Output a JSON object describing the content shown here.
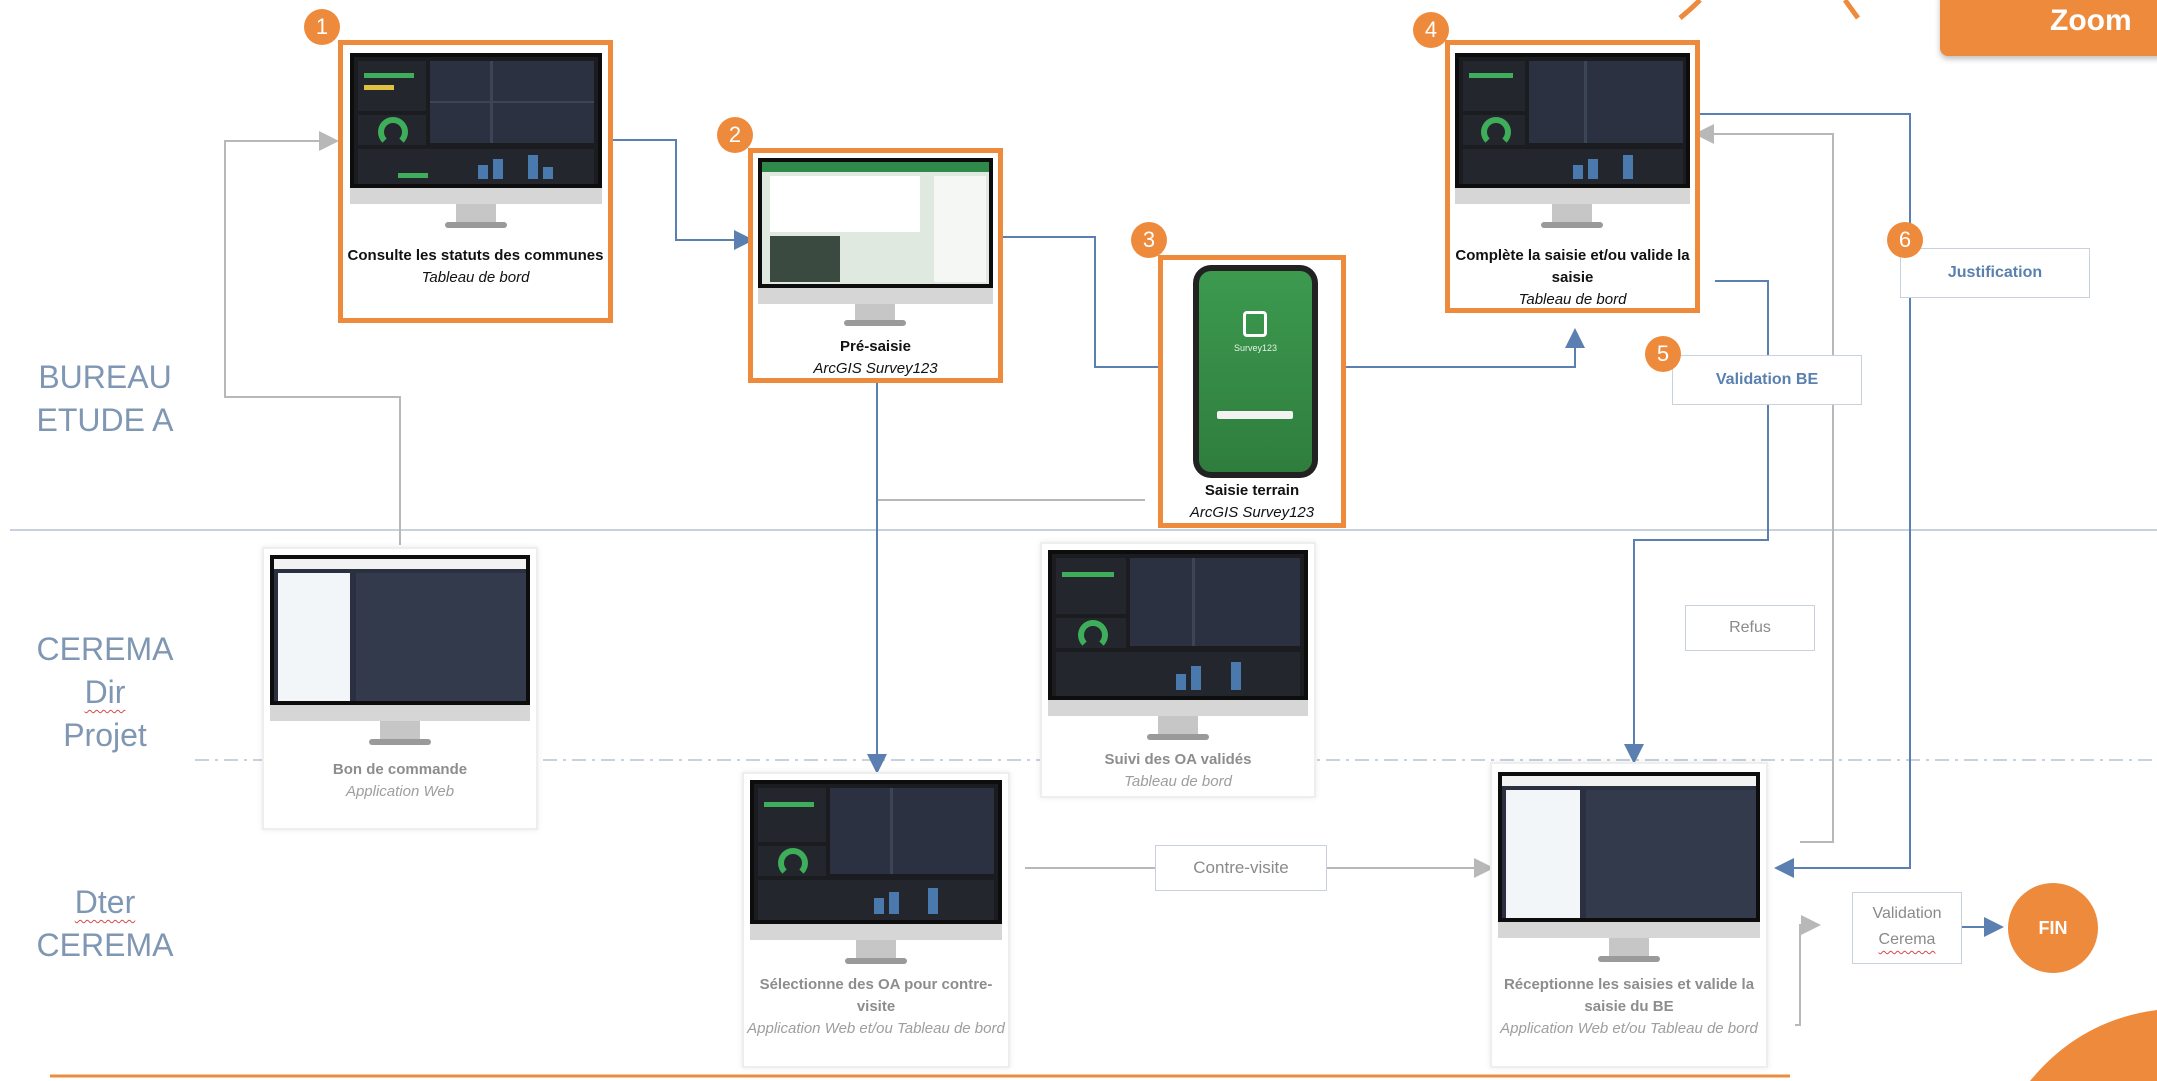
{
  "header": {
    "zoom_label": "Zoom"
  },
  "lanes": {
    "bureau": {
      "line1": "BUREAU",
      "line2": "ETUDE A"
    },
    "cerema_dir": {
      "line1": "CEREMA",
      "line2": "Dir",
      "line3": "Projet"
    },
    "dter": {
      "line1": "Dter",
      "line2": "CEREMA"
    }
  },
  "steps": [
    {
      "number": "1",
      "title": "Consulte les statuts des communes",
      "subtitle": "Tableau de bord"
    },
    {
      "number": "2",
      "title": "Pré-saisie",
      "subtitle": "ArcGIS Survey123"
    },
    {
      "number": "3",
      "title": "Saisie terrain",
      "subtitle": "ArcGIS Survey123"
    },
    {
      "number": "4",
      "title": "Complète la saisie et/ou valide la saisie",
      "subtitle": "Tableau de bord"
    }
  ],
  "phone_screen": {
    "app_name": "Survey123"
  },
  "secondary": {
    "bon_commande": {
      "title": "Bon de commande",
      "subtitle": "Application Web"
    },
    "suivi": {
      "title": "Suivi des OA validés",
      "subtitle": "Tableau de bord"
    },
    "selection": {
      "title": "Sélectionne des OA pour contre-visite",
      "subtitle": "Application Web et/ou Tableau de bord"
    },
    "reception": {
      "title": "Réceptionne les saisies et valide la saisie du BE",
      "subtitle": "Application Web et/ou Tableau de bord"
    }
  },
  "labels": {
    "validation_be": "Validation BE",
    "validation_be_number": "5",
    "justification": "Justification",
    "justification_number": "6",
    "refus": "Refus",
    "contre_visite": "Contre-visite",
    "validation_cerema_1": "Validation",
    "validation_cerema_2": "Cerema",
    "fin": "FIN"
  },
  "colors": {
    "accent": "#ee8a3c",
    "lane_text": "#7f97b3",
    "arrow": "#5a7fb0",
    "grey_arrow": "#b8b8b8"
  }
}
